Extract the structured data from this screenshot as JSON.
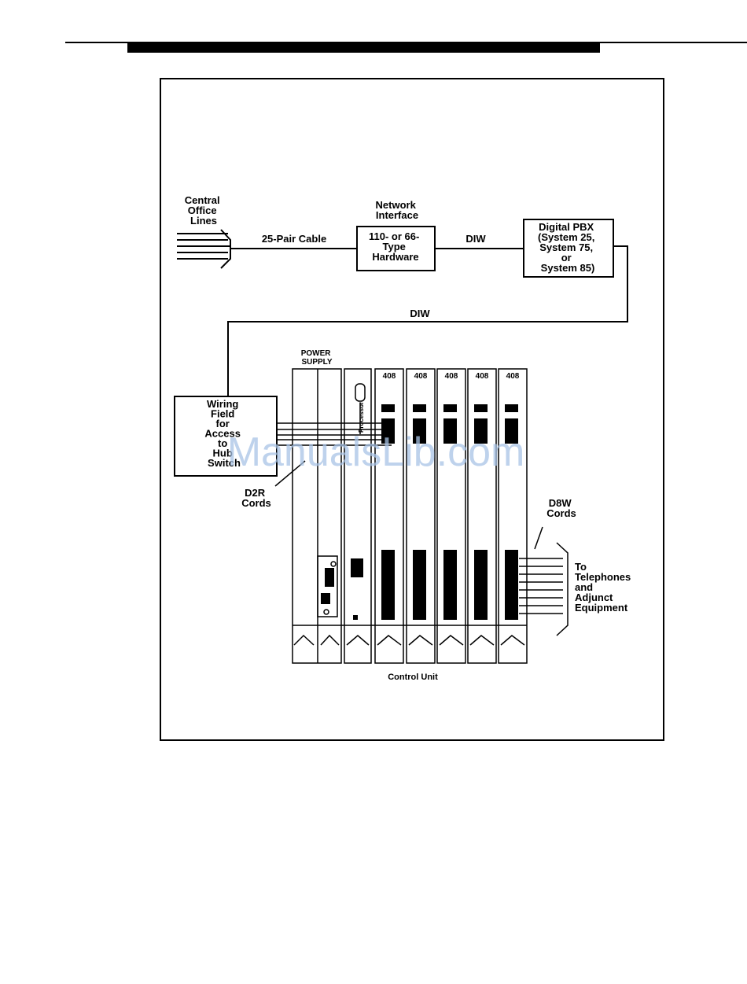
{
  "diagram": {
    "central_office": [
      "Central",
      "Office",
      "Lines"
    ],
    "pair_cable": "25-Pair Cable",
    "network_interface": [
      "Network",
      "Interface"
    ],
    "hardware_box": [
      "110- or 66-",
      "Type",
      "Hardware"
    ],
    "diw_top": "DIW",
    "pbx_box": [
      "Digital PBX",
      "(System 25,",
      "System 75,",
      "or",
      "System 85)"
    ],
    "diw_mid": "DIW",
    "power_supply": [
      "POWER",
      "SUPPLY"
    ],
    "processor": "Processor",
    "slot_labels": [
      "408",
      "408",
      "408",
      "408",
      "408"
    ],
    "wiring_box": [
      "Wiring",
      "Field",
      "for",
      "Access",
      "to",
      "Hub",
      "Switch"
    ],
    "d2r": [
      "D2R",
      "Cords"
    ],
    "d8w": [
      "D8W",
      "Cords"
    ],
    "telephones": [
      "To",
      "Telephones",
      "and",
      "Adjunct",
      "Equipment"
    ],
    "control_unit": "Control Unit"
  },
  "watermark": "ManualsLib.com"
}
